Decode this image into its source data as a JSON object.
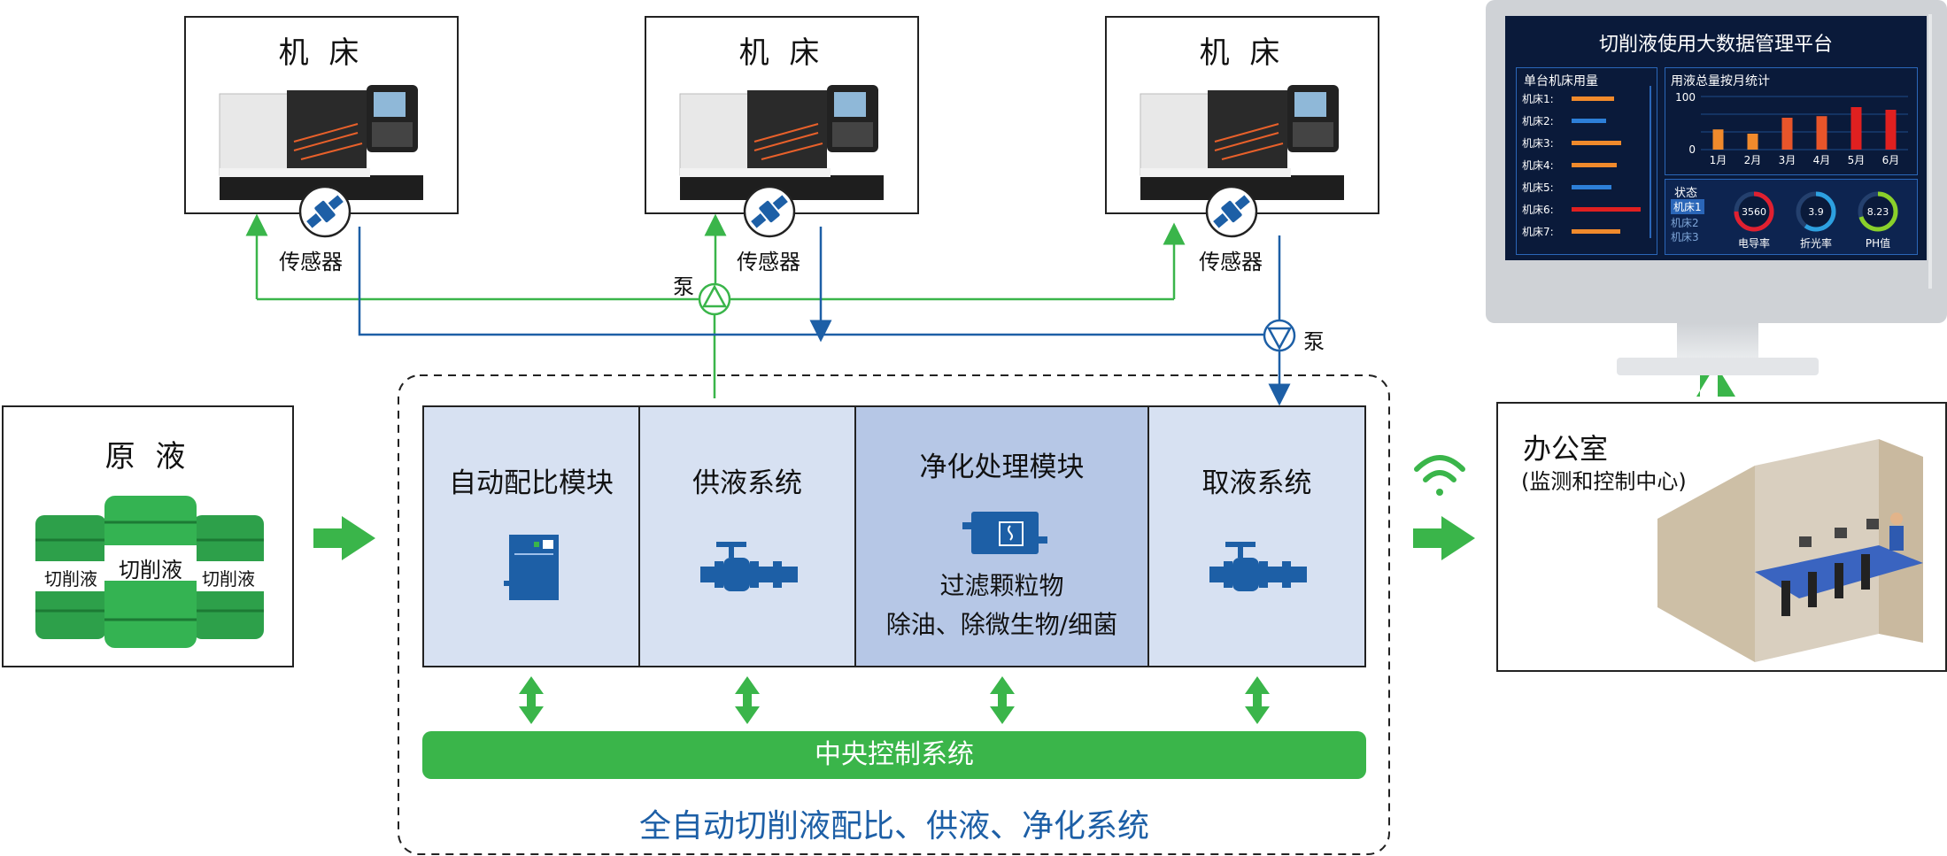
{
  "machines": [
    {
      "title": "机 床",
      "sensor_label": "传感器"
    },
    {
      "title": "机 床",
      "sensor_label": "传感器"
    },
    {
      "title": "机 床",
      "sensor_label": "传感器"
    }
  ],
  "pumps": {
    "supply": "泵",
    "return": "泵"
  },
  "raw": {
    "title": "原 液",
    "barrel_label": "切削液"
  },
  "modules": [
    {
      "title": "自动配比模块",
      "icon": "cabinet-icon"
    },
    {
      "title": "供液系统",
      "icon": "valve-icon"
    },
    {
      "title": "净化处理模块",
      "icon": "filter-icon",
      "sub1": "过滤颗粒物",
      "sub2": "除油、除微生物/细菌"
    },
    {
      "title": "取液系统",
      "icon": "valve-icon"
    }
  ],
  "control": {
    "label": "中央控制系统"
  },
  "system": {
    "caption": "全自动切削液配比、供液、净化系统"
  },
  "office": {
    "title": "办公室",
    "subtitle": "(监测和控制中心)"
  },
  "dashboard": {
    "title": "切削液使用大数据管理平台",
    "usage_title": "单台机床用量",
    "machines": [
      {
        "name": "机床1:",
        "value": 0.62,
        "color": "#f08a2c"
      },
      {
        "name": "机床2:",
        "value": 0.5,
        "color": "#2d7fd8"
      },
      {
        "name": "机床3:",
        "value": 0.72,
        "color": "#f08a2c"
      },
      {
        "name": "机床4:",
        "value": 0.66,
        "color": "#f08a2c"
      },
      {
        "name": "机床5:",
        "value": 0.58,
        "color": "#2d7fd8"
      },
      {
        "name": "机床6:",
        "value": 1.0,
        "color": "#e02020"
      },
      {
        "name": "机床7:",
        "value": 0.7,
        "color": "#f08a2c"
      }
    ],
    "monthly_title": "用液总量按月统计",
    "monthly": {
      "categories": [
        "1月",
        "2月",
        "3月",
        "4月",
        "5月",
        "6月"
      ],
      "values": [
        38,
        30,
        60,
        63,
        80,
        75
      ],
      "colors": [
        "#f08a2c",
        "#f08a2c",
        "#e8552a",
        "#e8552a",
        "#e02020",
        "#e02020"
      ],
      "ylim": [
        0,
        100
      ],
      "ytick_top": "100",
      "ytick_bottom": "0"
    },
    "status_title": "状态",
    "status_items": [
      "机床1",
      "机床2",
      "机床3"
    ],
    "gauges": [
      {
        "value": "3560",
        "label": "电导率",
        "color": "#e02030",
        "fraction": 0.75
      },
      {
        "value": "3.9",
        "label": "折光率",
        "color": "#2da0e0",
        "fraction": 0.6
      },
      {
        "value": "8.23",
        "label": "PH值",
        "color": "#8ad02a",
        "fraction": 0.7
      }
    ]
  }
}
